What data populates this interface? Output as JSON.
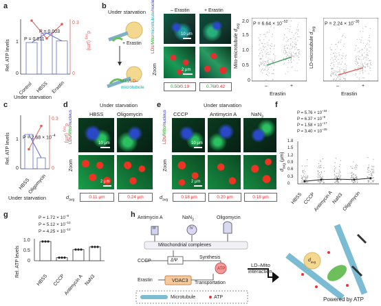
{
  "panels": {
    "a": "a",
    "b": "b",
    "c": "c",
    "d": "d",
    "e": "e",
    "f": "f",
    "g": "g",
    "h": "h"
  },
  "a": {
    "ylabel_left": "Rel. ATP levels",
    "ylabel_right": "d",
    "ylabel_right_sub": "avg",
    "ylabel_right_unit": "(μm)",
    "left_ticks": [
      "0",
      "1"
    ],
    "right_ticks": [
      "0",
      "0.3"
    ],
    "categories": [
      "Control",
      "HBSS",
      "Erastin"
    ],
    "p1": "P = 0.003",
    "p2": "P = 0.011",
    "xcaption": "Under starvation",
    "atp_color": "#5b6bc9",
    "davg_color": "#e0605c"
  },
  "b": {
    "cartoon_top": "Under starvation",
    "cartoon_arrow": "+ Erastin",
    "col_minus": "– Erastin",
    "col_plus": "+ Erastin",
    "ch_lds": "LDs",
    "ch_mito": "Mito",
    "ch_mt": "microtubule",
    "ch_nuc": "nucleus",
    "scale1": "10 μm",
    "scale2": "2 μm",
    "zoom": "Zoom",
    "val_minus_g": "0.50",
    "val_minus_r": "0.19",
    "val_plus_g": "0.76",
    "val_plus_r": "0.42",
    "legend_g": "Mito",
    "legend_r": "LD",
    "legend_mt": "microtubule",
    "plot1_p": "P = 6.64 × 10",
    "plot1_exp": "−52",
    "plot1_ylabel": "Mito-microtubule",
    "plot1_d": "d",
    "plot1_sub": "avg",
    "plot1_ticks": [
      "0",
      "0.5",
      "1.0",
      "1.5",
      "2.0"
    ],
    "plot2_p": "P = 2.24 × 10",
    "plot2_exp": "−30",
    "plot2_ylabel": "LD-microtubule",
    "plot2_d": "d",
    "plot2_sub": "avg",
    "x_minus": "–",
    "x_plus": "+",
    "xcaption": "Erastin"
  },
  "c": {
    "ylabel_left": "Rel. ATP levels",
    "ylabel_right": "d",
    "ylabel_right_sub": "avg",
    "ylabel_right_unit": "(μm)",
    "left_ticks": [
      "0",
      "1"
    ],
    "right_ticks": [
      "0",
      "0.3"
    ],
    "p": "P = 2.68 × 10",
    "p_exp": "−4",
    "categories": [
      "HBSS",
      "Oligomycin"
    ],
    "xcaption": "Under starvation"
  },
  "d": {
    "title": "Under starvation",
    "col1": "HBSS",
    "col2": "Oligomycin",
    "ch_lds": "LDs",
    "ch_mito": "Mito",
    "ch_nuc": "nucleus",
    "scale1": "10 μm",
    "scale2": "2 μm",
    "zoom": "Zoom",
    "davg": "d",
    "davg_sub": "avg",
    "v1": "0.11 μm",
    "v2": "0.24 μm"
  },
  "e": {
    "title": "Under starvation",
    "col1": "CCCP",
    "col2": "Antimycin A",
    "col3": "NaN",
    "col3_sub": "3",
    "ch_lds": "LDs",
    "ch_mito": "Mito",
    "ch_nuc": "nucleus",
    "scale1": "10 μm",
    "scale2": "2 μm",
    "zoom": "Zoom",
    "davg": "d",
    "davg_sub": "avg",
    "v1": "0.18 μm",
    "v2": "0.20 μm",
    "v3": "0.18 μm"
  },
  "f": {
    "p1": "P = 5.76 × 10",
    "e1": "−34",
    "p2": "P = 6.37 × 10",
    "e2": "−9",
    "p3": "P = 1.58 × 10",
    "e3": "−17",
    "p4": "P = 3.40 × 10",
    "e4": "−25",
    "ylabel": "d",
    "ylabel_sub": "avg",
    "ylabel_unit": "(μm)",
    "ticks": [
      "0",
      "0.3",
      "0.6",
      "0.9",
      "1.2",
      "1.5",
      "1.8"
    ],
    "categories": [
      "HBSS",
      "CCCP",
      "Antimycin A",
      "NaN3",
      "Oligomycin"
    ]
  },
  "g": {
    "p1": "P = 1.72 × 10",
    "e1": "−8",
    "p2": "P = 5.12 × 10",
    "e2": "−10",
    "p3": "P = 4.25 × 10",
    "e3": "−13",
    "ylabel": "Rel. ATP levels",
    "ticks": [
      "0",
      "0.5",
      "1.0"
    ],
    "categories": [
      "HBSS",
      "CCCP",
      "Antimycin A",
      "NaN3"
    ]
  },
  "h": {
    "antimycin": "Antimycin A",
    "nan3": "NaN",
    "nan3_sub": "3",
    "oligo": "Oligomycin",
    "complex_iii": "III",
    "complex_iv": "IV",
    "mito_complex": "Mitochondrial complexes",
    "cccp": "CCCP",
    "dpsi": "ΔΨ",
    "synthesis": "Synthesis",
    "atp": "ATP",
    "erastin": "Erastin",
    "vdac3": "VDAC3",
    "transport": "Transportation",
    "legend_mt": "Microtubule",
    "legend_atp": "ATP",
    "interaction": "LD–Mito",
    "interaction2": "interaction",
    "d": "d",
    "dsub": "avg",
    "powered": "Powered by ATP"
  },
  "chart_data": [
    {
      "type": "bar",
      "panel": "a",
      "categories": [
        "Control",
        "HBSS",
        "Erastin"
      ],
      "series": [],
      "values": [
        1.0,
        1.3,
        1.05
      ]
    },
    {
      "type": "line",
      "panel": "a",
      "categories": [
        "Control",
        "HBSS",
        "Erastin"
      ],
      "values": [
        0.3,
        0.2,
        0.28
      ]
    },
    {
      "type": "bar",
      "panel": "c",
      "categories": [
        "HBSS",
        "Oligomycin"
      ],
      "values": [
        1.0,
        0.32
      ]
    },
    {
      "type": "line",
      "panel": "c",
      "categories": [
        "HBSS",
        "Oligomycin"
      ],
      "values": [
        0.11,
        0.24
      ]
    },
    {
      "type": "bar",
      "panel": "g",
      "categories": [
        "HBSS",
        "CCCP",
        "Antimycin A",
        "NaN3"
      ],
      "values": [
        1.0,
        0.16,
        0.58,
        0.72
      ],
      "ylim": [
        0,
        1.1
      ]
    },
    {
      "type": "scatter",
      "panel": "f",
      "categories": [
        "HBSS",
        "CCCP",
        "Antimycin A",
        "NaN3",
        "Oligomycin"
      ],
      "values": [
        0.11,
        0.18,
        0.2,
        0.18,
        0.24
      ],
      "ylim": [
        0,
        1.8
      ]
    },
    {
      "type": "scatter",
      "panel": "b-1",
      "categories": [
        "–",
        "+"
      ],
      "values": [
        0.5,
        0.76
      ]
    },
    {
      "type": "scatter",
      "panel": "b-2",
      "categories": [
        "–",
        "+"
      ],
      "values": [
        0.19,
        0.42
      ]
    }
  ]
}
